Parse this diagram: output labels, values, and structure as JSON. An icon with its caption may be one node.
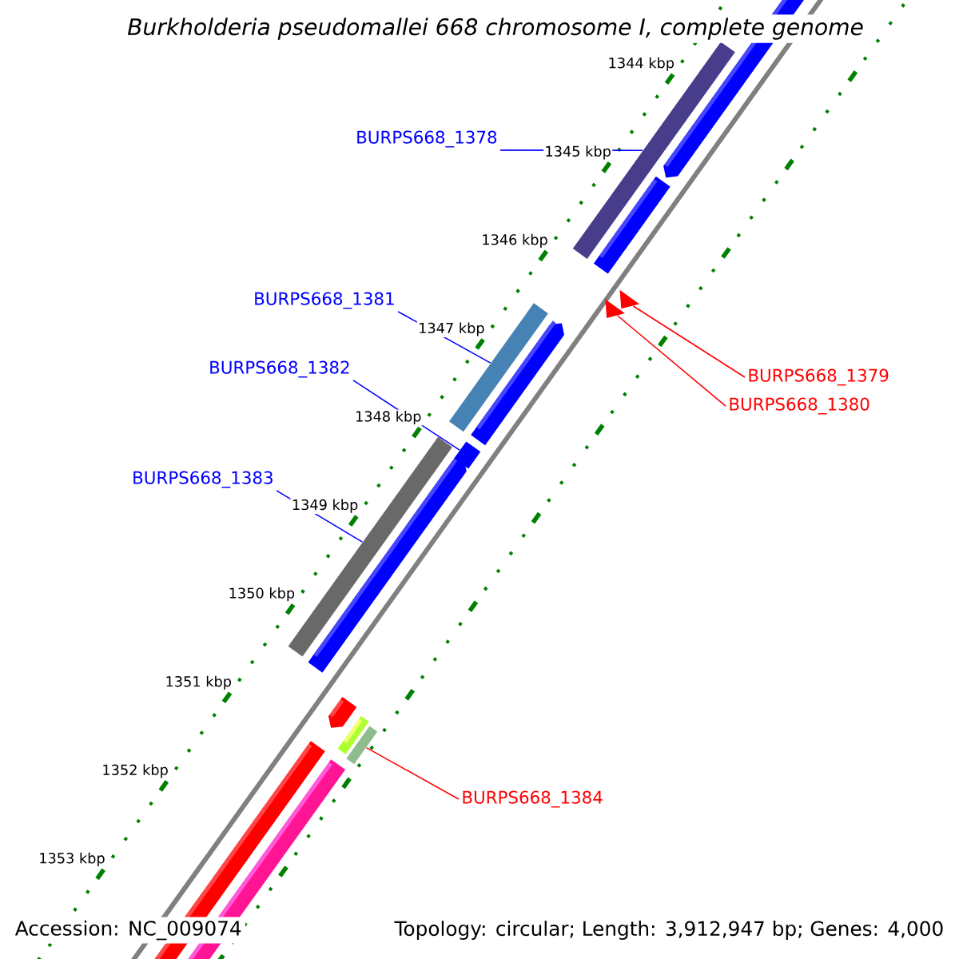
{
  "diagram": {
    "title": "Burkholderia pseudomallei 668 chromosome I, complete genome",
    "nodes": [
      {
        "text": [
          "BURPS668_1378"
        ]
      },
      {
        "text": [
          "BURPS668_1381"
        ]
      },
      {
        "text": [
          "BURPS668_1382"
        ]
      },
      {
        "text": [
          "BURPS668_1379"
        ]
      },
      {
        "text": [
          "BURPS668_1380"
        ]
      },
      {
        "text": [
          "BURPS668_1383"
        ]
      },
      {
        "text": [
          "BURPS668_1384"
        ]
      },
      {
        "text": [],
        "shape": "bar"
      },
      {
        "text": [],
        "shape": "arrow"
      },
      {
        "text": [],
        "shape": "arrow"
      },
      {
        "text": [],
        "shape": "bar"
      },
      {
        "text": [],
        "shape": "bar"
      },
      {
        "text": [],
        "shape": "bar"
      },
      {
        "text": [],
        "shape": "bar"
      }
    ],
    "edges": [
      {
        "from": 0,
        "to": 7,
        "arrow": "none"
      },
      {
        "from": 1,
        "to": 10,
        "arrow": "none"
      },
      {
        "from": 2,
        "to": 11,
        "arrow": "none"
      },
      {
        "from": 3,
        "to": 8,
        "arrow": "none",
        "color": "#ff0000"
      },
      {
        "from": 4,
        "to": 9,
        "arrow": "none",
        "color": "#ff0000"
      },
      {
        "from": 5,
        "to": 12,
        "arrow": "none"
      },
      {
        "from": 6,
        "to": 13,
        "arrow": "none",
        "color": "#ff0000"
      }
    ],
    "labels": [
      "1344 kbp",
      "1345 kbp",
      "1346 kbp",
      "1347 kbp",
      "1348 kbp",
      "1349 kbp",
      "1350 kbp",
      "1351 kbp",
      "1352 kbp",
      "1353 kbp",
      "Accession: NC_009074",
      "Topology: circular; Length: 3,912,947 bp; Genes: 4,000"
    ]
  }
}
